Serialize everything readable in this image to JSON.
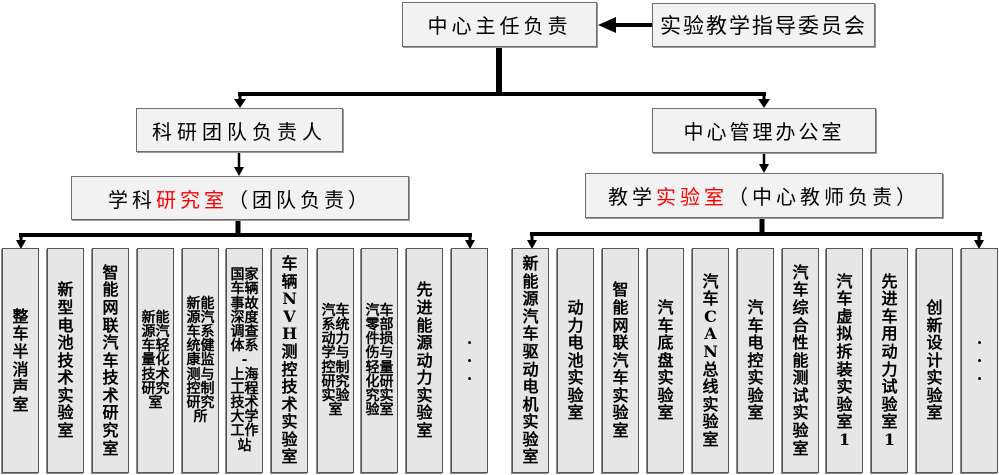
{
  "top": {
    "director": "中心主任负责",
    "committee": "实验教学指导委员会"
  },
  "left_branch": {
    "head": "科研团队负责人",
    "group_prefix": "学科",
    "group_highlight": "研究室",
    "group_suffix": "（团队负责）",
    "units": [
      "整车半消声室",
      "新型电池技术实验室",
      "智能网联汽车技术研究室",
      "新能源汽车轻量化技术研究室",
      "新能源汽车系统健康监测与控制研究所",
      "国家车辆事故深度调查体系\n-\n上海工程技术大学工作站",
      "车辆NVH测控技术实验室",
      "汽车系统动力学与控制研究实验室",
      "汽车零部件损伤与轻量化研究实验室",
      "先进能源动力实验室",
      "·\n·\n·"
    ]
  },
  "right_branch": {
    "head": "中心管理办公室",
    "group_prefix": "教学",
    "group_highlight": "实验室",
    "group_suffix": "（中心教师负责）",
    "units": [
      "新能源汽车驱动电机实验室",
      "动力电池实验室",
      "智能网联汽车实验室",
      "汽车底盘实验室",
      "汽车CAN总线实验室",
      "汽车电控实验室",
      "汽车综合性能测试实验室",
      "汽车虚拟拆装实验室1",
      "先进车用动力试验室1",
      "创新设计实验室",
      "·\n·\n·"
    ]
  },
  "colors": {
    "highlight": "#ff0000",
    "box_fill": "#f2f2f2",
    "unit_fill": "#e6e6e6",
    "line": "#000000"
  }
}
